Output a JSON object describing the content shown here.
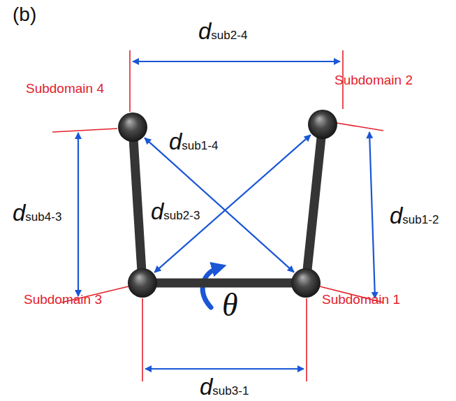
{
  "diagram": {
    "nodes": [
      {
        "text": [
          "Subdomain 4"
        ]
      },
      {
        "text": [
          "Subdomain 2"
        ]
      },
      {
        "text": [
          "Subdomain 3"
        ]
      },
      {
        "text": [
          "Subdomain 1"
        ]
      }
    ],
    "edges": [
      {
        "from": 0,
        "to": 2,
        "arrow": "none"
      },
      {
        "from": 2,
        "to": 3,
        "arrow": "none"
      },
      {
        "from": 3,
        "to": 1,
        "arrow": "none"
      },
      {
        "from": 3,
        "to": 0,
        "arrow": "both",
        "label": "dsub1-4"
      },
      {
        "from": 1,
        "to": 2,
        "arrow": "both",
        "label": "dsub2-3"
      }
    ],
    "labels": [
      "(b)",
      "dsub2-4",
      "dsub4-3",
      "dsub1-2",
      "dsub3-1",
      "θ"
    ]
  }
}
